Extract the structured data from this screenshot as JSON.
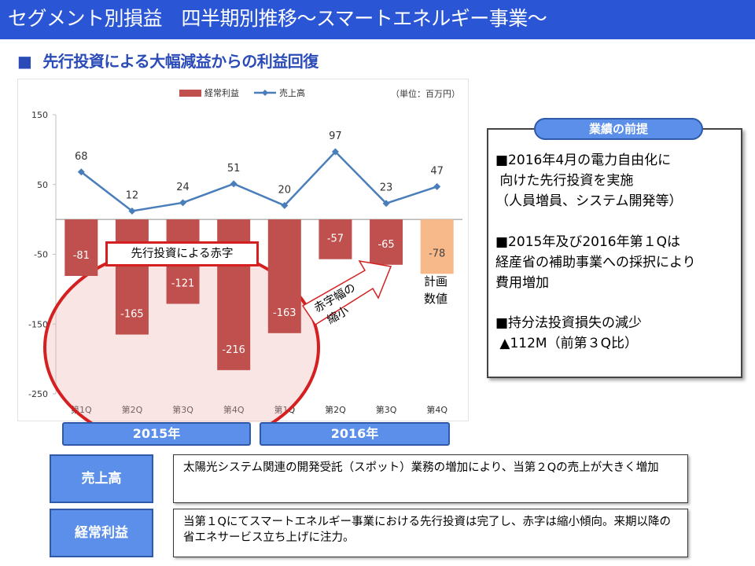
{
  "header": {
    "title": "セグメント別損益　四半期別推移～スマートエネルギー事業～"
  },
  "subheading": {
    "bullet": "■",
    "text": "先行投資による大幅減益からの利益回復"
  },
  "chart_data": {
    "type": "bar",
    "categories": [
      "第1Q",
      "第2Q",
      "第3Q",
      "第4Q",
      "第1Q",
      "第2Q",
      "第3Q",
      "第4Q"
    ],
    "series": [
      {
        "name": "経常利益",
        "type": "bar",
        "values": [
          -81,
          -165,
          -121,
          -216,
          -163,
          -57,
          -65,
          -78
        ],
        "color": "#c0504d"
      },
      {
        "name": "売上高",
        "type": "line",
        "values": [
          68,
          12,
          24,
          51,
          20,
          97,
          23,
          47
        ],
        "color": "#4a7ebb"
      }
    ],
    "bar_labels": [
      "-81",
      "-165",
      "-121",
      "-216",
      "-163",
      "-57",
      "-65",
      "-78"
    ],
    "line_labels": [
      "68",
      "12",
      "24",
      "51",
      "20",
      "97",
      "23",
      "47"
    ],
    "plan_bar_color": "#f7b98a",
    "y_ticks": [
      "150",
      "50",
      "-50",
      "-150",
      "-250"
    ],
    "ylim": [
      -250,
      150
    ],
    "unit_note": "（単位：百万円）",
    "legend_position": "top",
    "year_groups": [
      "2015年",
      "2016年"
    ],
    "highlight_color": "#d42020"
  },
  "annotations": {
    "callout": "先行投資による赤字",
    "arrow_text": "赤字幅の\n縮小",
    "plan_label": "計画\n数値"
  },
  "premise": {
    "title": "業績の前提",
    "items": [
      "■2016年4月の電力自由化に\n 向けた先行投資を実施\n（人員増員、システム開発等）",
      "■2015年及び2016年第１Qは\n経産省の補助事業への採択により\n費用増加",
      "■持分法投資損失の減少\n ▲112M（前第３Q比）"
    ]
  },
  "summary": {
    "rows": [
      {
        "label": "売上高",
        "text": "太陽光システム関連の開発受託（スポット）業務の増加により、当第２Qの売上が大きく増加"
      },
      {
        "label": "経常利益",
        "text": "当第１Qにてスマートエネルギー事業における先行投資は完了し、赤字は縮小傾向。来期以降の省エネサービス立ち上げに注力。"
      }
    ]
  }
}
